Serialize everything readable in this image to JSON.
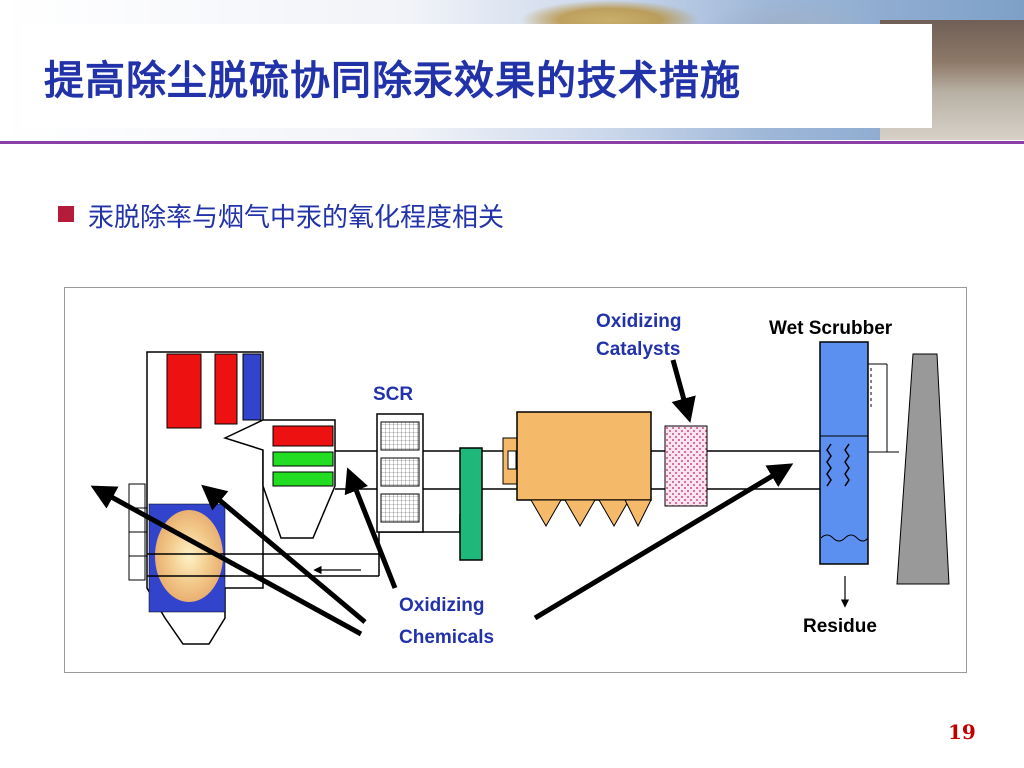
{
  "slide": {
    "title": "提高除尘脱硫协同除汞效果的技术措施",
    "bullet": "汞脱除率与烟气中汞的氧化程度相关",
    "page_number": "19"
  },
  "diagram": {
    "labels": {
      "scr": "SCR",
      "oxidizing_catalysts_line1": "Oxidizing",
      "oxidizing_catalysts_line2": "Catalysts",
      "wet_scrubber": "Wet Scrubber",
      "oxidizing_chemicals_line1": "Oxidizing",
      "oxidizing_chemicals_line2": "Chemicals",
      "residue": "Residue"
    }
  },
  "colors": {
    "title": "#2233aa",
    "bullet_square": "#b51c3a",
    "divider": "#8a3fa6",
    "page_number": "#c00000",
    "boiler_red": "#ee1111",
    "boiler_blue": "#3344cc",
    "economizer_green": "#22dd22",
    "esp_fill": "#f5b96a",
    "air_heater_fill": "#20b87a",
    "scrubber_fill": "#5b8ff0",
    "stack_fill": "#999999"
  },
  "icons": {
    "bullet": "square-bullet-icon"
  }
}
